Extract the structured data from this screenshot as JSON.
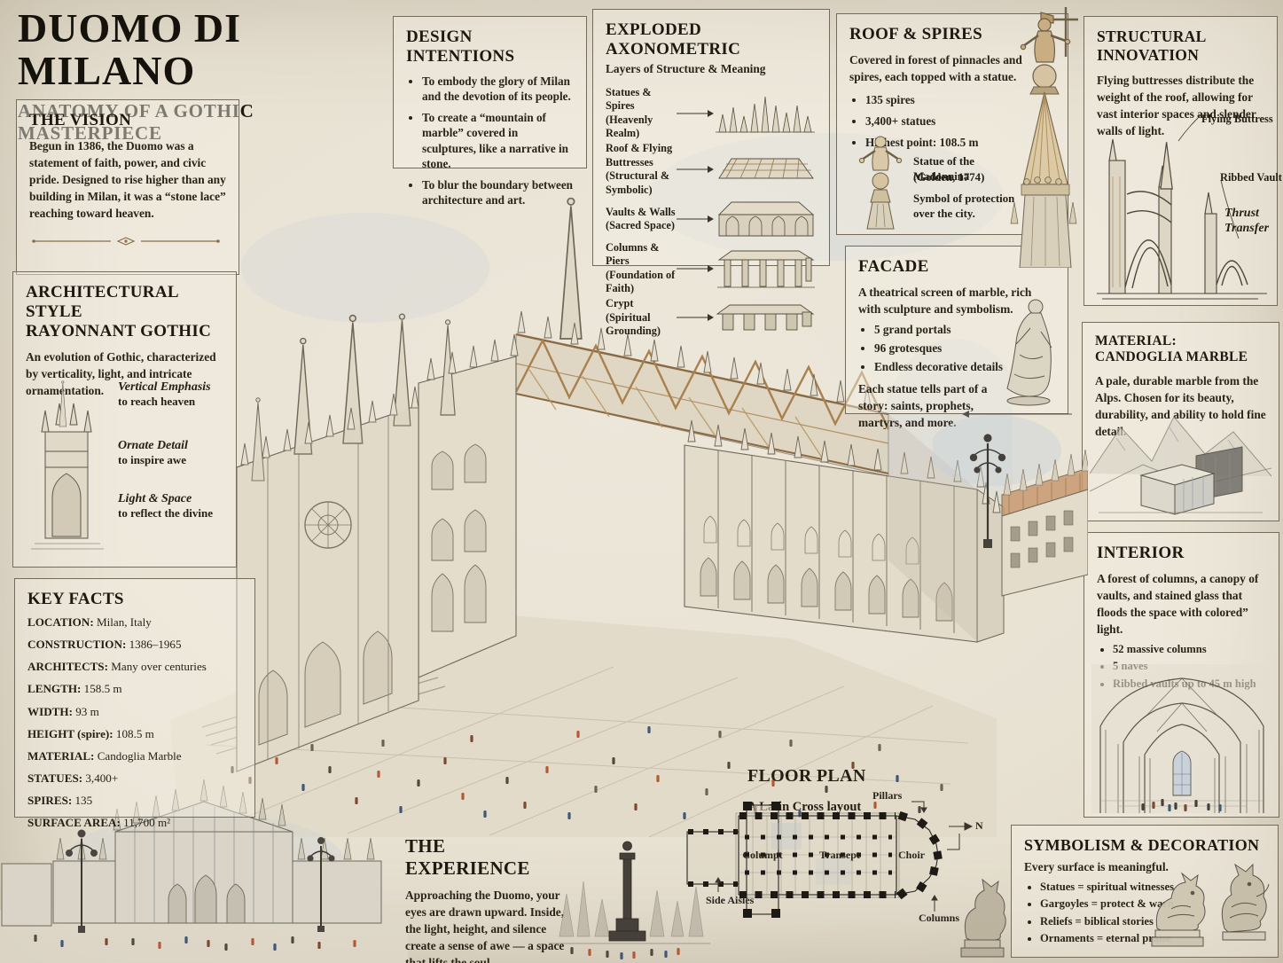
{
  "title": {
    "main": "DUOMO DI MILANO",
    "subtitle": "ANATOMY OF A GOTHIC MASTERPIECE"
  },
  "vision": {
    "heading": "THE VISION",
    "body": "Begun in 1386, the Duomo was a statement of faith, power, and civic pride. Designed to rise higher than any building in Milan, it was a “stone lace” reaching toward heaven."
  },
  "style": {
    "heading1": "ARCHITECTURAL STYLE",
    "heading2": "RAYONNANT GOTHIC",
    "body": "An evolution of Gothic, characterized by verticality, light, and intricate ornamentation.",
    "features": [
      {
        "title": "Vertical Emphasis",
        "desc": "to reach heaven"
      },
      {
        "title": "Ornate Detail",
        "desc": "to inspire awe"
      },
      {
        "title": "Light & Space",
        "desc": "to reflect the divine"
      }
    ]
  },
  "key_facts": {
    "heading": "KEY FACTS",
    "facts": [
      {
        "label": "LOCATION:",
        "value": "Milan, Italy"
      },
      {
        "label": "CONSTRUCTION:",
        "value": "1386–1965"
      },
      {
        "label": "ARCHITECTS:",
        "value": "Many over centuries"
      },
      {
        "label": "LENGTH:",
        "value": "158.5 m"
      },
      {
        "label": "WIDTH:",
        "value": "93 m"
      },
      {
        "label": "HEIGHT (spire):",
        "value": "108.5 m"
      },
      {
        "label": "MATERIAL:",
        "value": "Candoglia Marble"
      },
      {
        "label": "STATUES:",
        "value": "3,400+"
      },
      {
        "label": "SPIRES:",
        "value": "135"
      },
      {
        "label": "SURFACE AREA:",
        "value": "11,700 m²"
      }
    ]
  },
  "design": {
    "heading": "DESIGN INTENTIONS",
    "bullets": [
      "To embody the glory of Milan and the devotion of its people.",
      "To create a “mountain of marble” covered in sculptures, like a narrative in stone.",
      "To blur the boundary between architecture and art."
    ]
  },
  "axo": {
    "heading": "EXPLODED AXONOMETRIC",
    "subheading": "Layers of Structure & Meaning",
    "layers": [
      {
        "name": "Statues & Spires",
        "meaning": "(Heavenly Realm)"
      },
      {
        "name": "Roof & Flying Buttresses",
        "meaning": "(Structural & Symbolic)"
      },
      {
        "name": "Vaults & Walls",
        "meaning": "(Sacred Space)"
      },
      {
        "name": "Columns & Piers",
        "meaning": "(Foundation of Faith)"
      },
      {
        "name": "Crypt",
        "meaning": "(Spiritual Grounding)"
      }
    ]
  },
  "roof": {
    "heading": "ROOF & SPIRES",
    "body": "Covered in forest of pinnacles and spires, each topped with a statue.",
    "bullets": [
      "135 spires",
      "3,400+ statues",
      "Highest point: 108.5 m"
    ],
    "madonnina": {
      "title": "Statue of the Madonnina",
      "subtitle": "(Golden, 1774)",
      "caption": "Symbol of protection over the city."
    }
  },
  "structural": {
    "heading": "STRUCTURAL INNOVATION",
    "body": "Flying buttresses distribute the weight of the roof, allowing for vast interior spaces and slender walls of light.",
    "labels": {
      "flying": "Flying Buttress",
      "ribbed": "Ribbed Vault",
      "thrust": "Thrust Transfer"
    }
  },
  "facade": {
    "heading": "FACADE",
    "body": "A theatrical screen of marble, rich with sculpture and symbolism.",
    "bullets": [
      "5 grand portals",
      "96 grotesques",
      "Endless decorative details"
    ],
    "closing": "Each statue tells part of a story: saints, prophets, martyrs, and more."
  },
  "material": {
    "heading": "MATERIAL: CANDOGLIA MARBLE",
    "body": "A pale, durable marble from the Alps. Chosen for its beauty, durability, and ability to hold fine detail."
  },
  "interior": {
    "heading": "INTERIOR",
    "body": "A forest of columns, a canopy of vaults, and stained glass that floods the space with colored” light.",
    "bullets": [
      "52 massive columns",
      "5 naves",
      "Ribbed vaults up to 45 m high"
    ]
  },
  "symbolism": {
    "heading": "SYMBOLISM & DECORATION",
    "body": "Every surface is meaningful.",
    "bullets": [
      "Statues = spiritual witnesses",
      "Gargoyles = protect & warn",
      "Reliefs = biblical stories",
      "Ornaments = eternal praise"
    ]
  },
  "floor_plan": {
    "heading": "FLOOR PLAN",
    "subheading": "A Latin Cross layout",
    "labels": {
      "pillars": "Pillars",
      "north": "N",
      "nave": "Columpt",
      "transept": "Transept",
      "choir": "Choir",
      "side_aisles": "Side Aisles",
      "columns": "Columns"
    }
  },
  "experience": {
    "heading": "THE EXPERIENCE",
    "body": "Approaching the Duomo, your eyes are drawn upward. Inside, the light, height, and silence create a sense of awe — a space that lifts the soul."
  },
  "colors": {
    "background": "#e8e2d3",
    "ink": "#241e14",
    "panel_border": "#746b5b",
    "wood_accent": "#a8814f",
    "stone": "#ddd6c6",
    "sky_wash": "#c3cfda",
    "people_red": "#b35a33"
  }
}
